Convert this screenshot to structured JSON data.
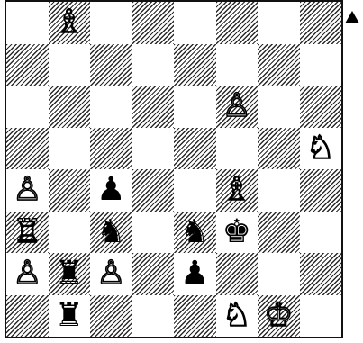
{
  "turn": "black",
  "board": {
    "orientation": "white-bottom",
    "position": [
      [
        null,
        {
          "type": "bishop",
          "color": "white",
          "glyph": "♗"
        },
        null,
        null,
        null,
        null,
        null,
        null
      ],
      [
        null,
        null,
        null,
        null,
        null,
        null,
        null,
        null
      ],
      [
        null,
        null,
        null,
        null,
        null,
        {
          "type": "pawn",
          "color": "white",
          "glyph": "♙"
        },
        null,
        null
      ],
      [
        null,
        null,
        null,
        null,
        null,
        null,
        null,
        {
          "type": "knight",
          "color": "white",
          "glyph": "♘"
        }
      ],
      [
        {
          "type": "pawn",
          "color": "white",
          "glyph": "♙"
        },
        null,
        {
          "type": "pawn",
          "color": "black",
          "glyph": "♟"
        },
        null,
        null,
        {
          "type": "bishop",
          "color": "white",
          "glyph": "♗"
        },
        null,
        null
      ],
      [
        {
          "type": "rook",
          "color": "white",
          "glyph": "♖"
        },
        null,
        {
          "type": "knight",
          "color": "black",
          "glyph": "♞"
        },
        null,
        {
          "type": "knight",
          "color": "black",
          "glyph": "♞"
        },
        {
          "type": "king",
          "color": "black",
          "glyph": "♚"
        },
        null,
        null
      ],
      [
        {
          "type": "pawn",
          "color": "white",
          "glyph": "♙"
        },
        {
          "type": "rook",
          "color": "black",
          "glyph": "♜"
        },
        {
          "type": "pawn",
          "color": "white",
          "glyph": "♙"
        },
        null,
        {
          "type": "pawn",
          "color": "black",
          "glyph": "♟"
        },
        null,
        null,
        null
      ],
      [
        null,
        {
          "type": "rook",
          "color": "black",
          "glyph": "♜"
        },
        null,
        null,
        null,
        {
          "type": "knight",
          "color": "white",
          "glyph": "♘"
        },
        {
          "type": "king",
          "color": "white",
          "glyph": "♔"
        },
        null
      ]
    ]
  }
}
